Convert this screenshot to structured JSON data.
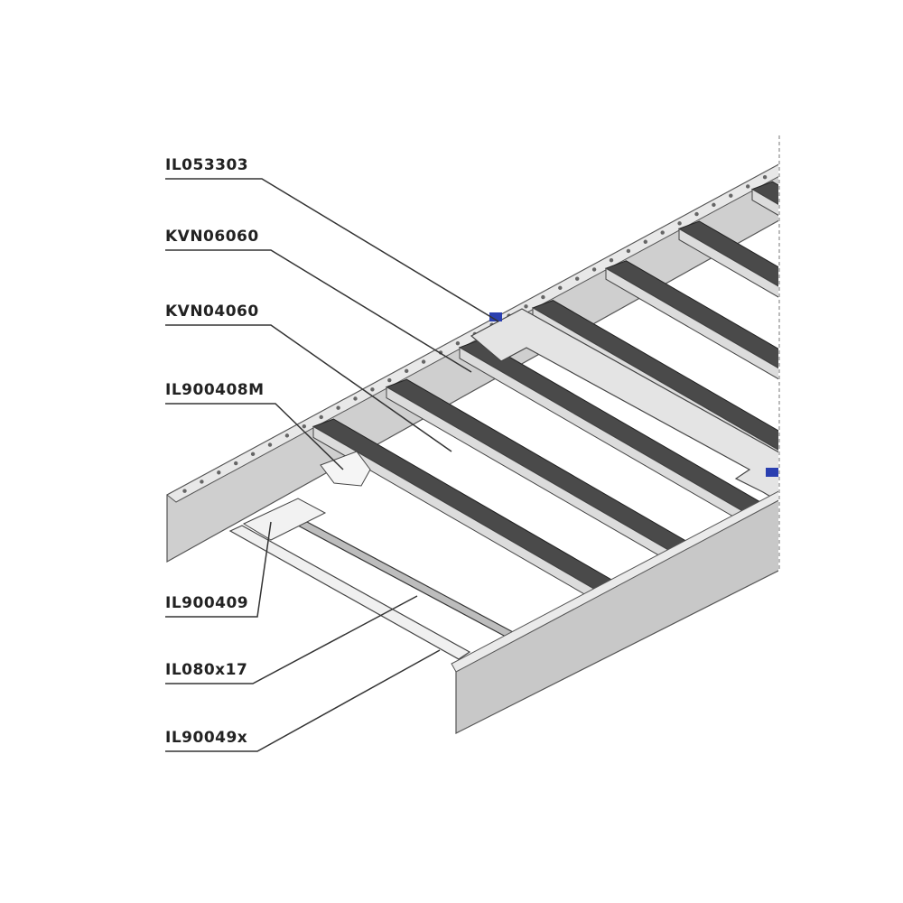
{
  "labels": [
    {
      "id": "il053303",
      "text": "IL053303"
    },
    {
      "id": "kvn06060",
      "text": "KVN06060"
    },
    {
      "id": "kvn04060",
      "text": "KVN04060"
    },
    {
      "id": "il900408m",
      "text": "IL900408M"
    },
    {
      "id": "il900409",
      "text": "IL900409"
    },
    {
      "id": "il080x17",
      "text": "IL080x17"
    },
    {
      "id": "il90049x",
      "text": "IL90049x"
    }
  ],
  "colors": {
    "rail": "#d9d9d9",
    "rail_face": "#c4c4c4",
    "rung": "#4a4a4a",
    "plate": "#e6e6e6",
    "marker": "#2a3fb0",
    "line": "#333333"
  }
}
